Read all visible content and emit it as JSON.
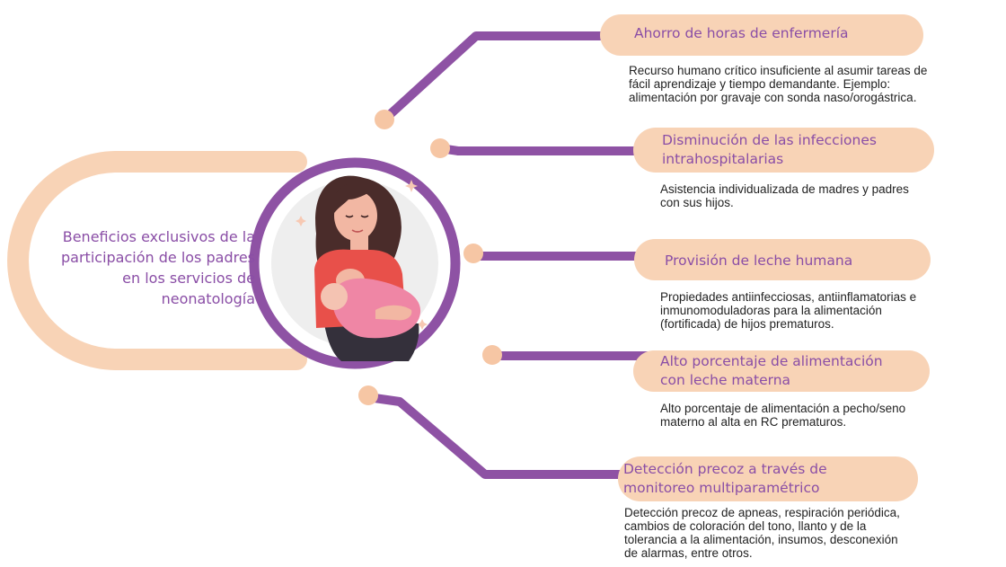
{
  "colors": {
    "purple": "#8e52a4",
    "peach": "#f8d3b6",
    "peach_dot": "#f6c6a4",
    "title_text": "#8a4ea6",
    "body_text": "#222222"
  },
  "center": {
    "label_lines": [
      "Beneficios exclusivos de la",
      "participación de los padres",
      "en los servicios de",
      "neonatología"
    ],
    "image_icon": "breastfeeding-mother-illustration"
  },
  "benefits": [
    {
      "title_lines": [
        "Ahorro de horas de enfermería"
      ],
      "description_lines": [
        "Recurso humano crítico insuficiente al asumir tareas de",
        "fácil aprendizaje y tiempo demandante. Ejemplo:",
        "alimentación por gravaje con sonda naso/orogástrica."
      ]
    },
    {
      "title_lines": [
        "Disminución de las infecciones",
        "intrahospitalarias"
      ],
      "description_lines": [
        "Asistencia individualizada de madres y padres",
        "con sus hijos."
      ]
    },
    {
      "title_lines": [
        "Provisión de leche humana"
      ],
      "description_lines": [
        "Propiedades antiinfecciosas, antiinflamatorias e",
        "inmunomoduladoras para la alimentación",
        "(fortificada) de hijos prematuros."
      ]
    },
    {
      "title_lines": [
        "Alto porcentaje de alimentación",
        "con leche materna"
      ],
      "description_lines": [
        "Alto porcentaje de alimentación a pecho/seno",
        "materno al alta en RC prematuros."
      ]
    },
    {
      "title_lines": [
        "Detección precoz a través de",
        "monitoreo multiparamétrico"
      ],
      "description_lines": [
        "Detección precoz de apneas, respiración periódica,",
        "cambios de coloración del tono, llanto y de la",
        "tolerancia a la alimentación, insumos, desconexión",
        "de alarmas, entre otros."
      ]
    }
  ]
}
